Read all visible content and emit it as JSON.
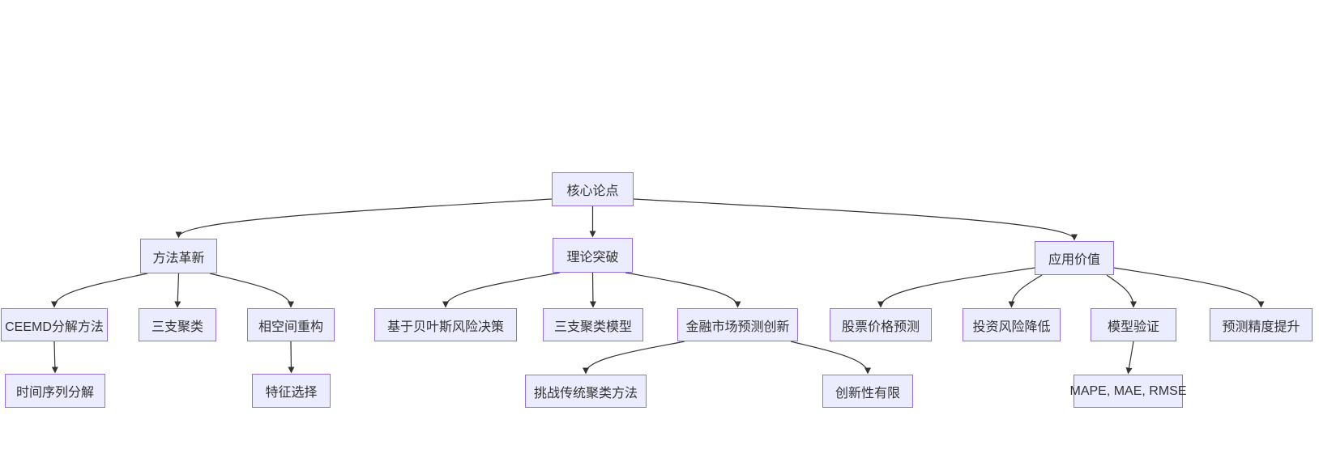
{
  "diagram": {
    "type": "flowchart-top-down",
    "colors": {
      "background": "#ffffff",
      "node_fill": "#ECECFF",
      "node_border": "#9370DB",
      "edge": "#333333",
      "text": "#333333"
    },
    "nodes": [
      {
        "id": "core-thesis",
        "label": "核心论点",
        "level": 1
      },
      {
        "id": "method-innovation",
        "label": "方法革新",
        "level": 2
      },
      {
        "id": "theory-breakthrough",
        "label": "理论突破",
        "level": 2
      },
      {
        "id": "application-value",
        "label": "应用价值",
        "level": 2
      },
      {
        "id": "ceemd-method",
        "label": "CEEMD分解方法",
        "level": 3
      },
      {
        "id": "three-way-clustering",
        "label": "三支聚类",
        "level": 3
      },
      {
        "id": "phase-space-reconstruction",
        "label": "相空间重构",
        "level": 3
      },
      {
        "id": "bayesian-risk-decision",
        "label": "基于贝叶斯风险决策",
        "level": 3
      },
      {
        "id": "three-way-clustering-model",
        "label": "三支聚类模型",
        "level": 3
      },
      {
        "id": "financial-market-prediction-innovation",
        "label": "金融市场预测创新",
        "level": 3
      },
      {
        "id": "stock-price-prediction",
        "label": "股票价格预测",
        "level": 3
      },
      {
        "id": "investment-risk-reduction",
        "label": "投资风险降低",
        "level": 3
      },
      {
        "id": "model-validation",
        "label": "模型验证",
        "level": 3
      },
      {
        "id": "prediction-accuracy-improvement",
        "label": "预测精度提升",
        "level": 3
      },
      {
        "id": "time-series-decomposition",
        "label": "时间序列分解",
        "level": 4
      },
      {
        "id": "feature-selection",
        "label": "特征选择",
        "level": 4
      },
      {
        "id": "challenge-traditional-clustering",
        "label": "挑战传统聚类方法",
        "level": 4
      },
      {
        "id": "limited-innovation",
        "label": "创新性有限",
        "level": 4
      },
      {
        "id": "evaluation-metrics",
        "label": "MAPE, MAE, RMSE",
        "level": 4
      }
    ],
    "edges": [
      {
        "from": "core-thesis",
        "to": "method-innovation"
      },
      {
        "from": "core-thesis",
        "to": "theory-breakthrough"
      },
      {
        "from": "core-thesis",
        "to": "application-value"
      },
      {
        "from": "method-innovation",
        "to": "ceemd-method"
      },
      {
        "from": "method-innovation",
        "to": "three-way-clustering"
      },
      {
        "from": "method-innovation",
        "to": "phase-space-reconstruction"
      },
      {
        "from": "theory-breakthrough",
        "to": "bayesian-risk-decision"
      },
      {
        "from": "theory-breakthrough",
        "to": "three-way-clustering-model"
      },
      {
        "from": "theory-breakthrough",
        "to": "financial-market-prediction-innovation"
      },
      {
        "from": "application-value",
        "to": "stock-price-prediction"
      },
      {
        "from": "application-value",
        "to": "investment-risk-reduction"
      },
      {
        "from": "application-value",
        "to": "model-validation"
      },
      {
        "from": "application-value",
        "to": "prediction-accuracy-improvement"
      },
      {
        "from": "ceemd-method",
        "to": "time-series-decomposition"
      },
      {
        "from": "phase-space-reconstruction",
        "to": "feature-selection"
      },
      {
        "from": "financial-market-prediction-innovation",
        "to": "challenge-traditional-clustering"
      },
      {
        "from": "financial-market-prediction-innovation",
        "to": "limited-innovation"
      },
      {
        "from": "model-validation",
        "to": "evaluation-metrics"
      }
    ]
  }
}
